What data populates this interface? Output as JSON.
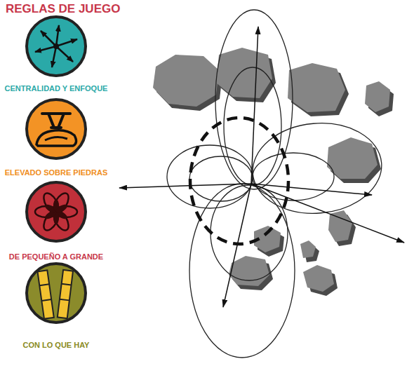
{
  "diagram": {
    "title": "REGLAS DE JUEGO",
    "nodes": [
      {
        "text": [
          "CENTRALIDAD Y ENFOQUE"
        ]
      },
      {
        "text": [
          "ELEVADO SOBRE PIEDRAS"
        ]
      },
      {
        "text": [
          "DE PEQUEÑO A GRANDE"
        ]
      },
      {
        "text": [
          "CON LO QUE HAY"
        ]
      }
    ]
  }
}
